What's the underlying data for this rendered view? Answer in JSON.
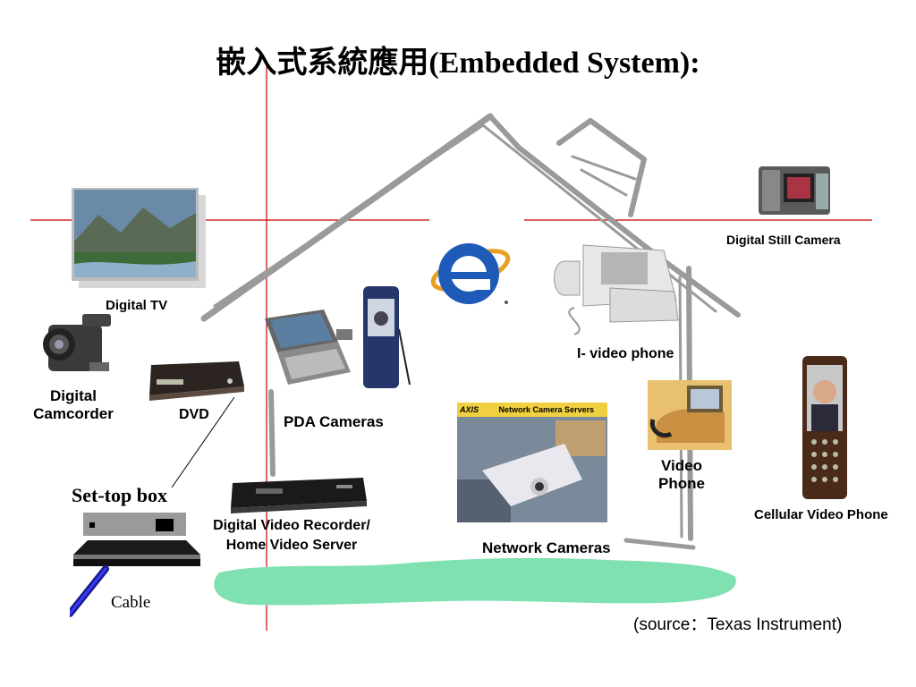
{
  "title": "嵌入式系統應用(Embedded System):",
  "labels": {
    "digital_tv": "Digital TV",
    "digital_camcorder_1": "Digital",
    "digital_camcorder_2": "Camcorder",
    "dvd": "DVD",
    "pda_cameras": "PDA Cameras",
    "set_top_box": "Set-top box",
    "cable": "Cable",
    "dvr_1": "Digital Video Recorder/",
    "dvr_2": "Home Video Server",
    "network_cameras": "Network Cameras",
    "i_video_phone": "I- video phone",
    "video_phone_1": "Video",
    "video_phone_2": "Phone",
    "digital_still_camera": "Digital Still Camera",
    "cellular_video_phone": "Cellular Video Phone",
    "source": "(source：Texas Instrument)",
    "network_camera_banner": "Network Camera Servers",
    "axis_logo": "AXIS"
  },
  "colors": {
    "roof": "#9a9a9a",
    "ground": "#7fe0b0",
    "crosshair": "#cc0000"
  }
}
